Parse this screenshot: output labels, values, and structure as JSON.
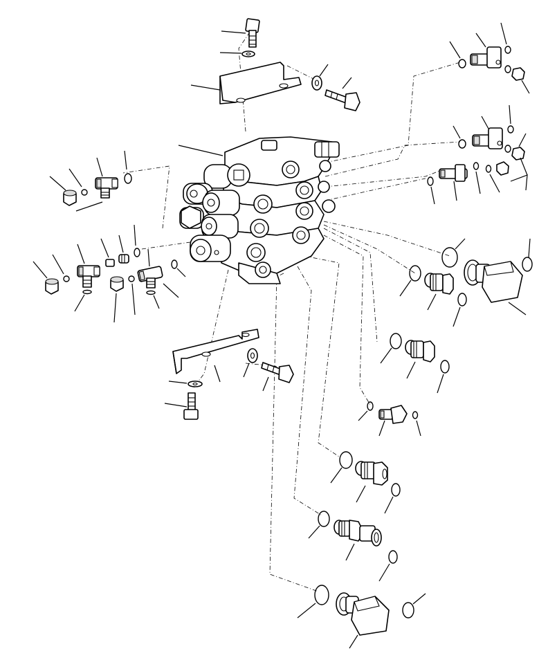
{
  "diagram": {
    "style": "exploded-view line drawing",
    "colors": {
      "line": "#000000",
      "background": "#ffffff",
      "shade": "#dcdcdc"
    },
    "parts": [
      "control-valve-body",
      "upper-bracket",
      "lower-bracket",
      "bolt",
      "washer",
      "o-ring",
      "tee-fitting",
      "plug",
      "straight-adapter",
      "elbow-adapter",
      "block-elbow-fitting"
    ]
  }
}
